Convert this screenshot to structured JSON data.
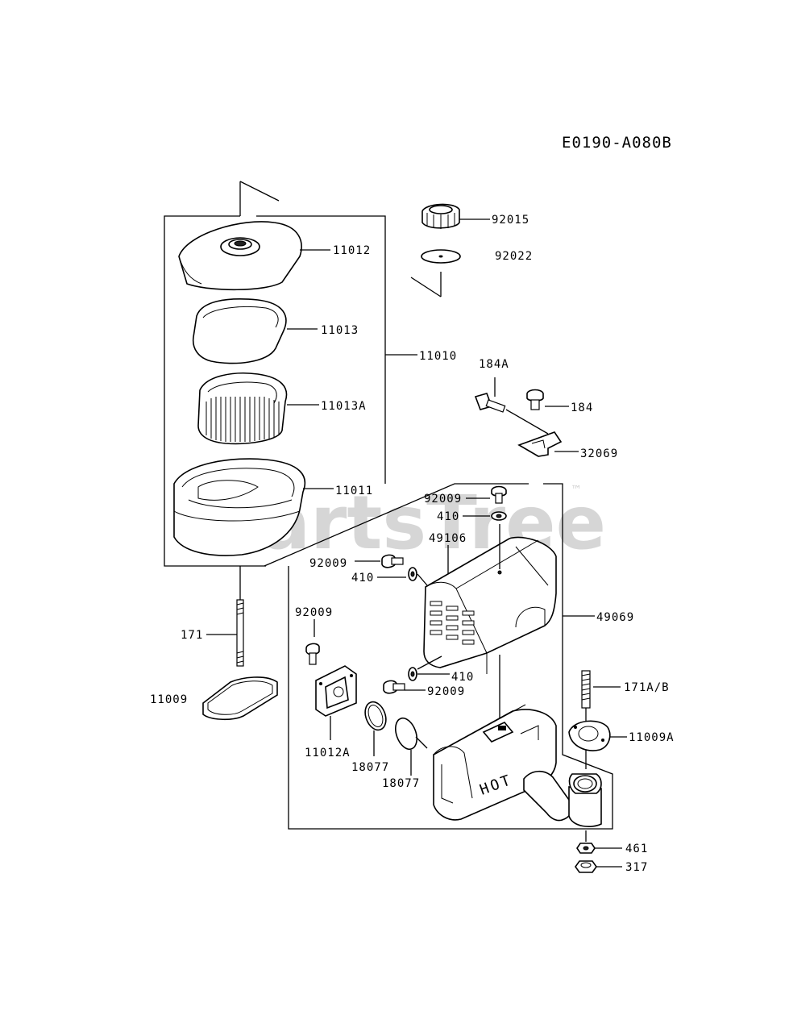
{
  "diagram_code": "E0190-A080B",
  "watermark": {
    "text": "PartsTree",
    "trademark": "™"
  },
  "labels": {
    "p11012": "11012",
    "p11013": "11013",
    "p11010": "11010",
    "p11013A": "11013A",
    "p11011": "11011",
    "p171": "171",
    "p11009": "11009",
    "p92015": "92015",
    "p92022": "92022",
    "p184A": "184A",
    "p184": "184",
    "p32069": "32069",
    "p92009_top": "92009",
    "p410_top": "410",
    "p49106": "49106",
    "p92009_left": "92009",
    "p410_left": "410",
    "p49069": "49069",
    "p92009_mid": "92009",
    "p410_bottom": "410",
    "p92009_bottom": "92009",
    "p171AB": "171A/B",
    "p11009A": "11009A",
    "p11012A": "11012A",
    "p18077_a": "18077",
    "p18077_b": "18077",
    "p461": "461",
    "p317": "317",
    "hot_text": "HOT"
  }
}
